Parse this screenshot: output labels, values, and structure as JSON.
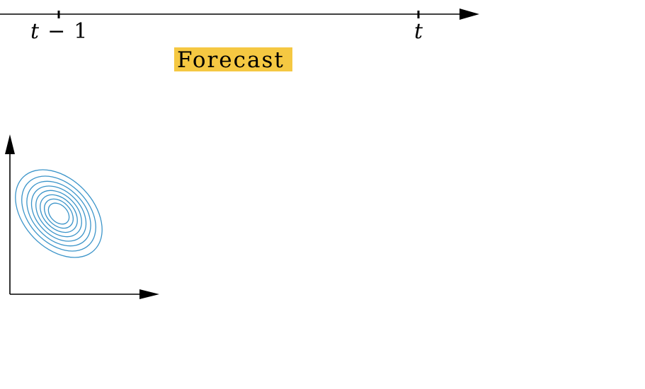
{
  "timeline": {
    "tick_prev": {
      "var": "t",
      "op": "−",
      "num": "1"
    },
    "tick_curr": {
      "var": "t"
    }
  },
  "stage": {
    "label": "Forecast",
    "highlight_color": "#f5c842"
  },
  "density": {
    "contour_color": "#3b94c9",
    "contour_count": 8
  },
  "colors": {
    "axis": "#000000",
    "background": "#ffffff"
  }
}
